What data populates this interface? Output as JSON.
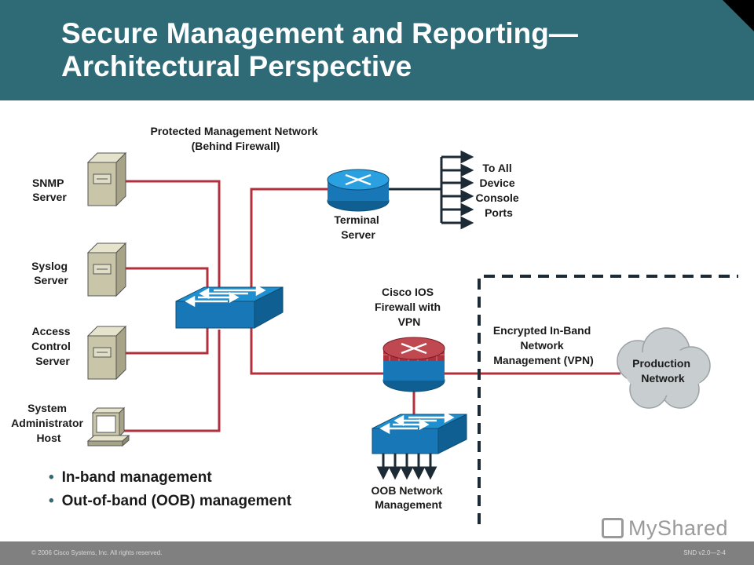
{
  "title": {
    "line1": "Secure Management and Reporting—",
    "line2": "Architectural Perspective"
  },
  "labels": {
    "protected_net_1": "Protected Management Network",
    "protected_net_2": "(Behind Firewall)",
    "snmp_1": "SNMP",
    "snmp_2": "Server",
    "syslog_1": "Syslog",
    "syslog_2": "Server",
    "acs_1": "Access",
    "acs_2": "Control",
    "acs_3": "Server",
    "admin_1": "System",
    "admin_2": "Administrator",
    "admin_3": "Host",
    "terminal_1": "Terminal",
    "terminal_2": "Server",
    "console_1": "To All",
    "console_2": "Device",
    "console_3": "Console",
    "console_4": "Ports",
    "fw_1": "Cisco IOS",
    "fw_2": "Firewall with",
    "fw_3": "VPN",
    "vpn_1": "Encrypted In-Band",
    "vpn_2": "Network",
    "vpn_3": "Management (VPN)",
    "prod_1": "Production",
    "prod_2": "Network",
    "oob_1": "OOB Network",
    "oob_2": "Management"
  },
  "bullets": [
    "In-band management",
    "Out-of-band (OOB) management"
  ],
  "footer": {
    "copyright": "© 2006 Cisco Systems, Inc. All rights reserved.",
    "version": "SND v2.0—2-4"
  },
  "watermark": "MyShared",
  "colors": {
    "header": "#2e6b77",
    "link": "#b0303c",
    "device_blue": "#1f8fd0",
    "cloud": "#c8cdd0"
  }
}
